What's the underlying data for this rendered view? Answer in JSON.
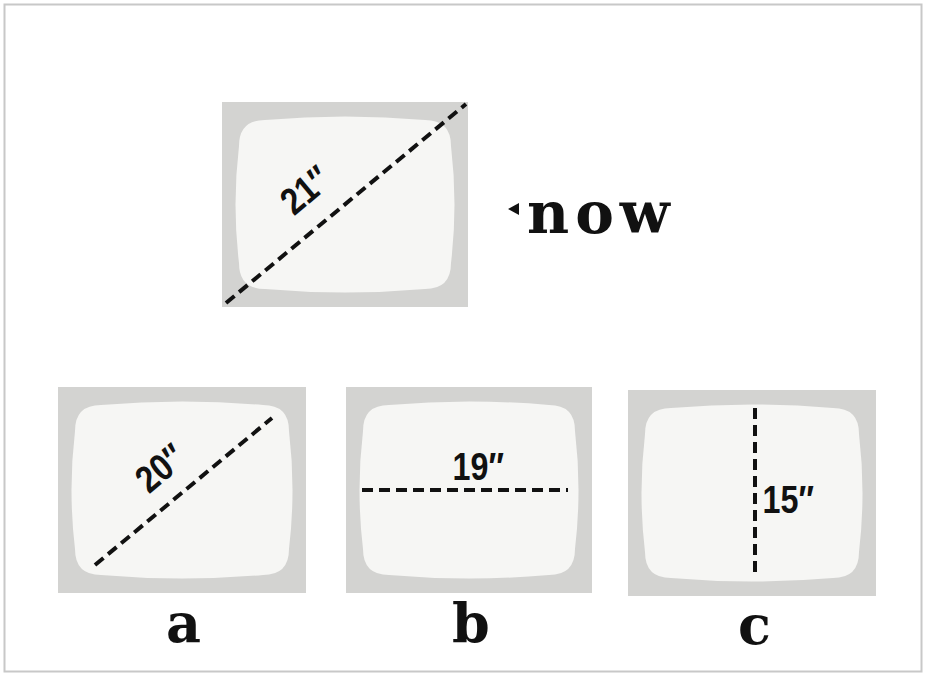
{
  "diagram": {
    "nodes": [
      {
        "text": [
          "21″"
        ]
      },
      {
        "text": [
          "20″"
        ]
      },
      {
        "text": [
          "19″"
        ]
      },
      {
        "text": [
          "15″"
        ]
      }
    ],
    "labels": [
      "now",
      "a",
      "b",
      "c"
    ]
  }
}
